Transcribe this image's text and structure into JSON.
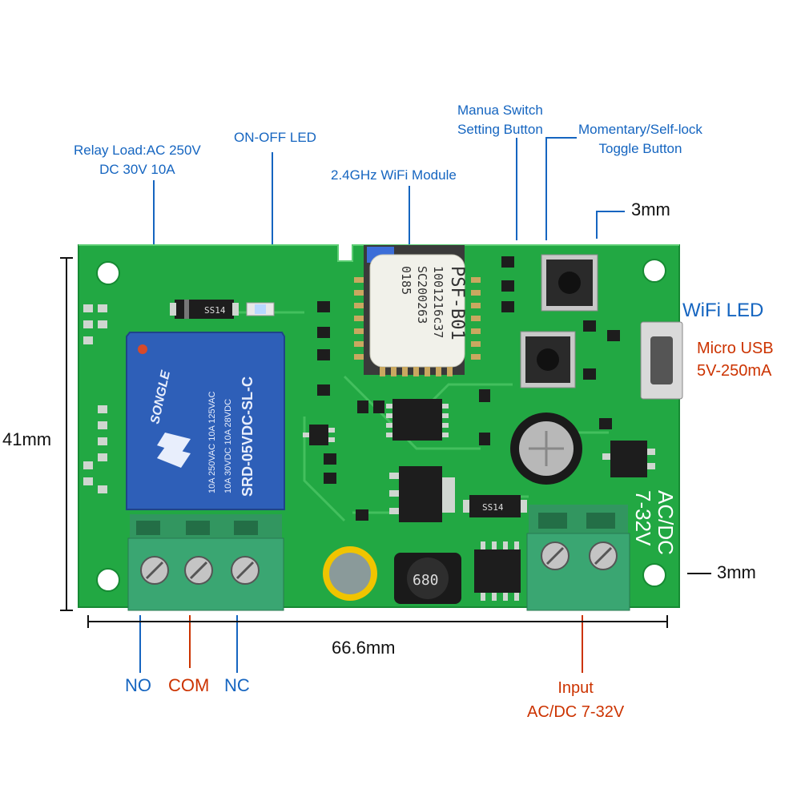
{
  "labels": {
    "relay_load": "Relay Load:AC 250V\nDC 30V 10A",
    "on_off_led": "ON-OFF LED",
    "wifi_module": "2.4GHz WiFi Module",
    "manual_switch": "Manua Switch\nSetting Button",
    "toggle_button": "Momentary/Self-lock\nToggle Button",
    "mm3_top": "3mm",
    "wifi_led": "WiFi LED",
    "micro_usb": "Micro USB\n5V-250mA",
    "height": "41mm",
    "mm3_right": "3mm",
    "width": "66.6mm",
    "no": "NO",
    "com": "COM",
    "nc": "NC",
    "input": "Input\nAC/DC 7-32V"
  },
  "silkscreen": {
    "input_range": "AC/DC\n7-32V"
  },
  "module_marking": {
    "line1": "PSF-B01",
    "line2": "1001216c37",
    "line3": "SC200263",
    "line4": "0185"
  },
  "relay": {
    "brand": "SONGLE",
    "model": "SRD-05VDC-SL-C",
    "rating_a": "10A 250VAC  10A 125VAC",
    "rating_b": "10A 30VDC  10A 28VDC"
  },
  "parts": {
    "diode": "SS14",
    "inductor": "680"
  },
  "colors": {
    "pcb": "#22a843",
    "label_blue": "#1565c0",
    "label_red": "#cc3300",
    "relay_blue": "#2e5fb8",
    "terminal_green": "#3aa672"
  }
}
